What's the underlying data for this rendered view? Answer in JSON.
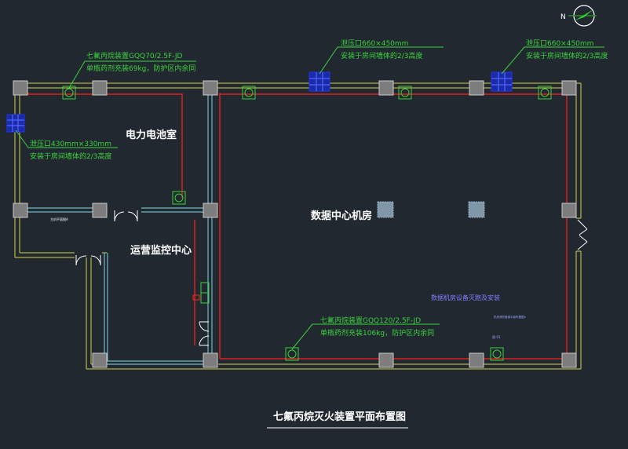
{
  "drawing": {
    "title": "七氟丙烷灭火装置平面布置图",
    "rooms": {
      "battery_room": "电力电池室",
      "datacenter": "数据中心机房",
      "monitoring": "运营监控中心",
      "small_label": "主机平面图A"
    },
    "notes": {
      "top_left_device": {
        "line1": "七氟丙烷装置GQQ70/2.5F-JD",
        "line2": "单瓶药剂充装69kg，防护区内余同"
      },
      "vent_top_mid": {
        "line1": "泄压口660×450mm",
        "line2": "安装于房间墙体的2/3高度"
      },
      "vent_top_right": {
        "line1": "泄压口660×450mm",
        "line2": "安装于房间墙体的2/3高度"
      },
      "vent_left": {
        "line1": "泄压口430mm×330mm",
        "line2": "安装于房间墙体的2/3高度"
      },
      "bottom_device": {
        "line1": "七氟丙烷装置GQQ120/2.5F-JD",
        "line2": "单瓶药剂充装106kg，防护区内余同"
      }
    },
    "blue_note": "数据机房设备灭跑及安装",
    "tiny_note_a": "机房消防管道平面布置图A",
    "tiny_note_b": "图-01"
  },
  "colors": {
    "background": "#212830",
    "wall": "#d4d24a",
    "column": "#8c8c8c",
    "cyan_wall": "#6fb8c4",
    "pipe": "#ff2020",
    "annotation": "#3cd23c",
    "vent": "#2233dd",
    "label": "#ffffff",
    "blue_note": "#8080ff"
  }
}
